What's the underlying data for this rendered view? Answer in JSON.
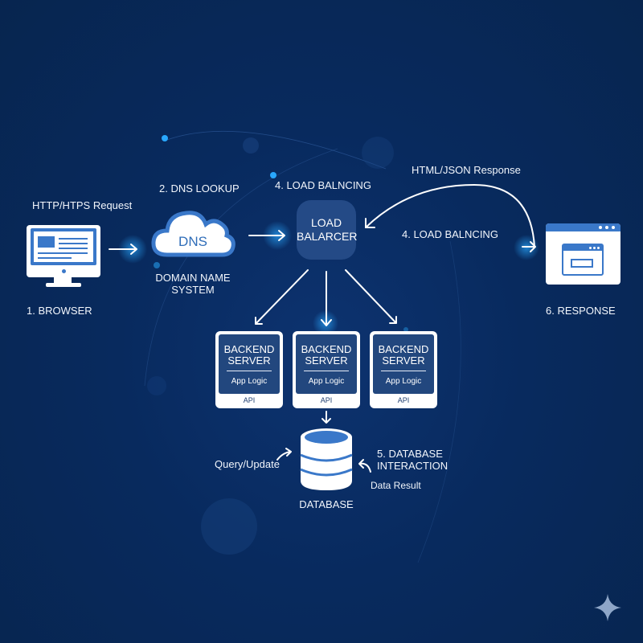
{
  "diagram": {
    "steps": {
      "browser": "1. BROWSER",
      "dns_lookup": "2. DNS LOOKUP",
      "load_balancing_top": "4. LOAD BALNCING",
      "load_balancing_right": "4. LOAD BALNCING",
      "database_interaction_line1": "5. DATABASE",
      "database_interaction_line2": "INTERACTION",
      "response": "6. RESPONSE"
    },
    "edge_labels": {
      "http_request": "HTTP/HTPS Request",
      "html_json_response": "HTML/JSON Response",
      "query_update": "Query/Update",
      "data_result": "Data Result"
    },
    "nodes": {
      "dns": {
        "icon_text": "DNS",
        "caption_line1": "DOMAIN NAME",
        "caption_line2": "SYSTEM"
      },
      "load_balancer": {
        "line1": "LOAD",
        "line2": "BALARCER"
      },
      "backend_servers": [
        {
          "title_line1": "BACKEND",
          "title_line2": "SERVER",
          "subtitle": "App Logic",
          "footer": "API"
        },
        {
          "title_line1": "BACKEND",
          "title_line2": "SERVER",
          "subtitle": "App Logic",
          "footer": "API"
        },
        {
          "title_line1": "BACKEND",
          "title_line2": "SERVER",
          "subtitle": "App Logic",
          "footer": "API"
        }
      ],
      "database": {
        "caption": "DATABASE"
      }
    },
    "colors": {
      "background": "#082a5e",
      "accent_blue": "#3a78c9",
      "server_fill": "#22477e",
      "text": "#ffffff",
      "glow": "#29a8ff"
    }
  }
}
